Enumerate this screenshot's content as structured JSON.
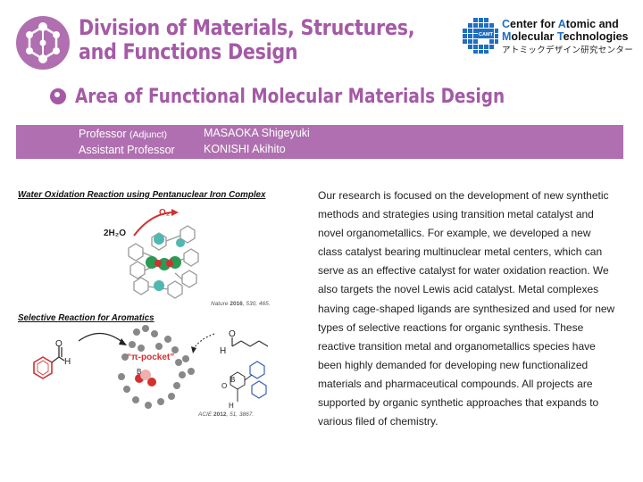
{
  "header": {
    "title_line1": "Division of Materials, Structures,",
    "title_line2": "and Functions Design"
  },
  "center_logo": {
    "badge": "CAMT",
    "name_line1_cap": "C",
    "name_line1_rest": "enter for ",
    "name_line1_cap2": "A",
    "name_line1_rest2": "tomic and",
    "name_line2_cap": "M",
    "name_line2_rest": "olecular ",
    "name_line2_cap2": "T",
    "name_line2_rest2": "echnologies",
    "japanese": "アトミックデザイン研究センター"
  },
  "area": {
    "title": "Area of Functional Molecular Materials Design"
  },
  "staff": {
    "professor_role": "Professor",
    "professor_qualifier": "(Adjunct)",
    "professor_name": "MASAOKA Shigeyuki",
    "assistant_role": "Assistant Professor",
    "assistant_name": "KONISHI Akihito"
  },
  "figure1": {
    "heading": "Water Oxidation Reaction using Pentanuclear Iron Complex",
    "label_o2": "O₂",
    "label_h2o": "2H₂O",
    "citation_journal": "Nature",
    "citation_year": "2016",
    "citation_rest": ", 530, 465."
  },
  "figure2": {
    "heading": "Selective Reaction for Aromatics",
    "label_pi_pocket": "“π-pocket”",
    "label_B": "B",
    "label_O": "O",
    "label_H": "H",
    "label_O2": "O",
    "label_H2": "H",
    "label_B2": "B",
    "label_O3": "O",
    "label_H3": "H",
    "citation_journal": "ACIE",
    "citation_year": "2012",
    "citation_rest": ", 51, 3867."
  },
  "body": "Our research is focused on the development of new synthetic methods and strategies using transition metal catalyst and novel organometallics. For example, we developed a new class catalyst bearing multinuclear metal centers, which can serve as an effective catalyst for water oxidation reaction. We also targets the novel Lewis acid catalyst. Metal complexes having cage-shaped ligands are synthesized and used for new types of selective reactions for organic synthesis. These reactive transition metal and organometallics species have been highly demanded for developing new functionalized materials and pharmaceutical compounds. All projects are supported by organic synthetic approaches that expands to various filed of chemistry.",
  "colors": {
    "accent": "#a45aa6",
    "bar": "#b06fb0",
    "camt_blue": "#1e6fc0",
    "red": "#d33030",
    "teal": "#4fb8b0",
    "green": "#2a9a55"
  }
}
